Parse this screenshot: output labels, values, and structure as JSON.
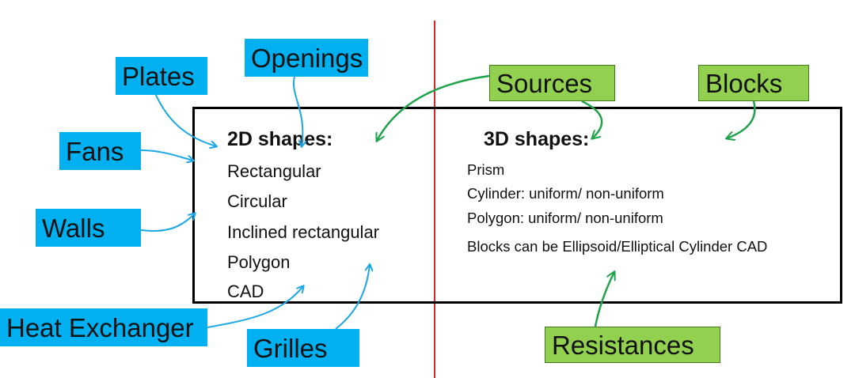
{
  "labels": {
    "plates": "Plates",
    "openings": "Openings",
    "fans": "Fans",
    "walls": "Walls",
    "heat_exchanger": "Heat Exchanger",
    "grilles": "Grilles",
    "sources": "Sources",
    "blocks": "Blocks",
    "resistances": "Resistances"
  },
  "shapes_2d": {
    "heading": "2D shapes:",
    "items": [
      "Rectangular",
      "Circular",
      "Inclined rectangular",
      "Polygon",
      "CAD"
    ]
  },
  "shapes_3d": {
    "heading": "3D shapes:",
    "items": [
      "Prism",
      "Cylinder: uniform/ non-uniform",
      "Polygon: uniform/ non-uniform",
      "Blocks can be Ellipsoid/Elliptical Cylinder CAD"
    ]
  },
  "colors": {
    "blue_label": "#00b0f0",
    "green_label": "#92d050",
    "blue_arrow": "#1aa7e6",
    "green_arrow": "#1fa34a",
    "divider": "#d9262b"
  }
}
